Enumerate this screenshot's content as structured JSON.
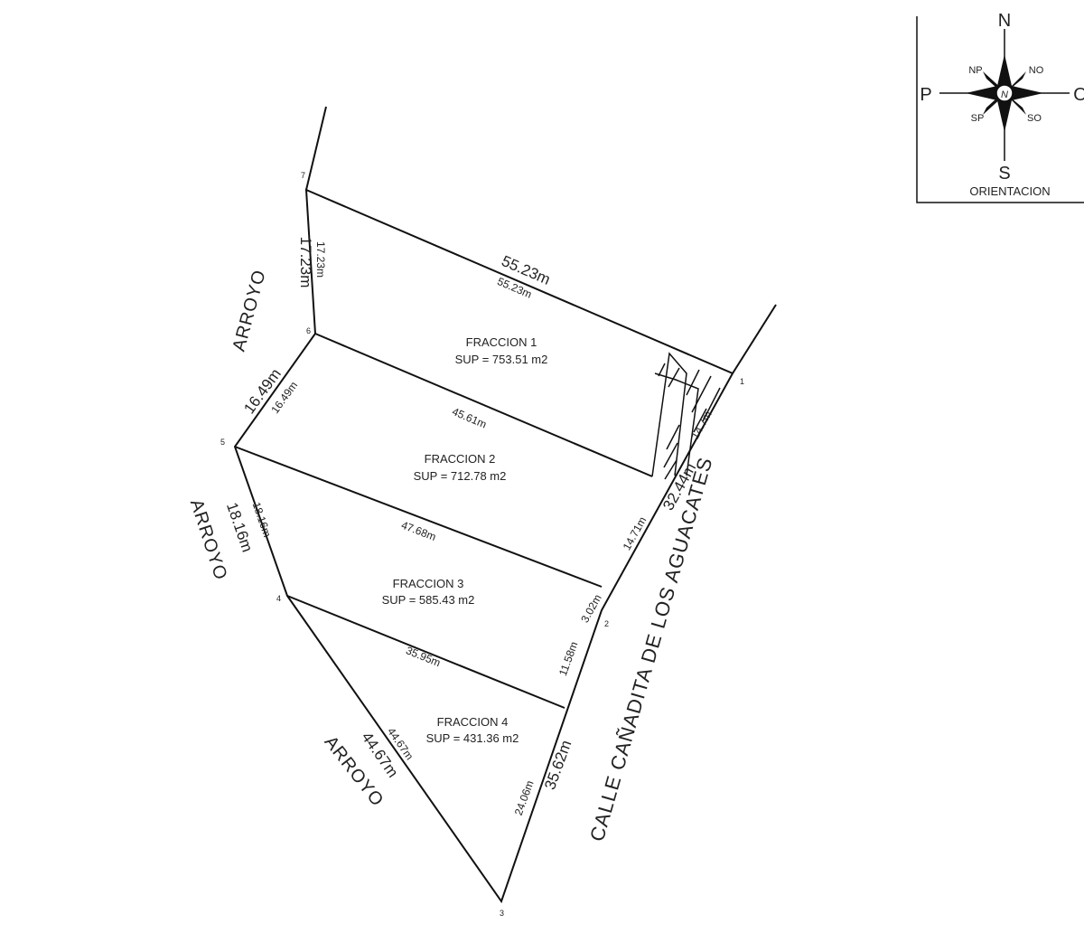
{
  "lots": [
    {
      "name": "FRACCION 1",
      "area": "SUP = 753.51 m2"
    },
    {
      "name": "FRACCION 2",
      "area": "SUP = 712.78 m2"
    },
    {
      "name": "FRACCION 3",
      "area": "SUP = 585.43 m2"
    },
    {
      "name": "FRACCION 4",
      "area": "SUP = 431.36 m2"
    }
  ],
  "vertices": [
    "1",
    "2",
    "3",
    "4",
    "5",
    "6",
    "7"
  ],
  "dimensions": {
    "top_outer": "55.23m",
    "top_inner": "55.23m",
    "left_top_outer": "17.23m",
    "left_top_inner": "17.23m",
    "left_mid_outer": "16.49m",
    "left_mid_inner": "16.49m",
    "left_low_outer": "18.16m",
    "left_low_inner": "18.16m",
    "bottom_outer": "44.67m",
    "bottom_inner": "44.67m",
    "divider_1_2": "45.61m",
    "divider_2_3": "47.68m",
    "divider_3_4": "35.95m",
    "right_hatched": "14.7m",
    "right_upper_total": "32.44m",
    "right_f2": "14.71m",
    "right_f3a": "3.02m",
    "right_f3b": "11.58m",
    "right_f4": "24.06m",
    "right_lower_total": "35.62m"
  },
  "labels": {
    "street": "CALLE CAÑADITA DE LOS AGUACATES",
    "creek_1": "ARROYO",
    "creek_2": "ARROYO",
    "creek_3": "ARROYO"
  },
  "compass": {
    "north": "N",
    "south": "S",
    "west": "P",
    "east": "O",
    "northwest": "NP",
    "northeast": "NO",
    "southwest": "SP",
    "southeast": "SO",
    "caption": "ORIENTACION"
  }
}
